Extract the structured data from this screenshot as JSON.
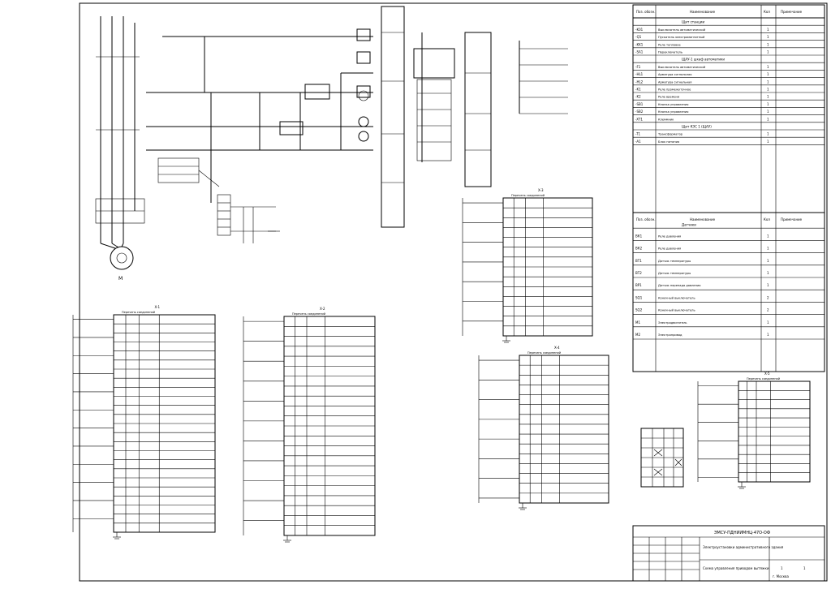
{
  "sheet": {
    "title_block": {
      "document_code": "ЭМСУ-ПДНИИМНЦ-47О-ОФ",
      "project_name": "Электроустановки административного здания",
      "drawing_name": "Схема управления приводом вытяжки",
      "sheet_number": "1",
      "sheet_count": "1",
      "organization": "г. Москва"
    },
    "spec_table": {
      "header": [
        "Поз. обозн.",
        "Наименование",
        "Кол",
        "Примечание"
      ],
      "sections": [
        {
          "title": "Щит станции",
          "rows": [
            {
              "pos": "-K01",
              "name": "Выключатель автоматический",
              "qty": "1"
            },
            {
              "pos": "-Q1",
              "name": "Пускатель электромагнитный",
              "qty": "1"
            },
            {
              "pos": "-KK1",
              "name": "Реле тепловое",
              "qty": "1"
            },
            {
              "pos": "-SA1",
              "name": "Переключатель",
              "qty": "1"
            }
          ]
        },
        {
          "title": "ЩАУ-1 шкаф автоматики",
          "rows": [
            {
              "pos": "-F1",
              "name": "Выключатель автоматический",
              "qty": "1"
            },
            {
              "pos": "-HL1",
              "name": "Арматура сигнальная",
              "qty": "1"
            },
            {
              "pos": "-HL2",
              "name": "Арматура сигнальная",
              "qty": "1"
            },
            {
              "pos": "-K1",
              "name": "Реле промежуточное",
              "qty": "1"
            },
            {
              "pos": "-K2",
              "name": "Реле времени",
              "qty": "1"
            },
            {
              "pos": "-SB1",
              "name": "Кнопка управления",
              "qty": "1"
            },
            {
              "pos": "-SB2",
              "name": "Кнопка управления",
              "qty": "1"
            },
            {
              "pos": "-XT1",
              "name": "Клеммник",
              "qty": "1"
            }
          ]
        },
        {
          "title": "Щит КЭС 1 (ЩАУ)",
          "rows": [
            {
              "pos": "-T1",
              "name": "Трансформатор",
              "qty": "1"
            },
            {
              "pos": "-A1",
              "name": "Блок питания",
              "qty": "1"
            }
          ]
        }
      ],
      "lower_header": [
        "Поз. обозн.",
        "Наименование",
        "Кол",
        "Примечание"
      ],
      "lower_sections": [
        {
          "title": "Датчики",
          "rows": [
            {
              "pos": "ВК1",
              "name": "Реле давления",
              "qty": "1"
            },
            {
              "pos": "ВК2",
              "name": "Реле давления",
              "qty": "1"
            },
            {
              "pos": "ВТ1",
              "name": "Датчик температуры",
              "qty": "1"
            },
            {
              "pos": "ВТ2",
              "name": "Датчик температуры",
              "qty": "1"
            },
            {
              "pos": "ВР1",
              "name": "Датчик перепада давления",
              "qty": "1"
            },
            {
              "pos": "SQ1",
              "name": "Конечный выключатель",
              "qty": "2"
            },
            {
              "pos": "SQ2",
              "name": "Конечный выключатель",
              "qty": "2"
            },
            {
              "pos": "M1",
              "name": "Электродвигатель",
              "qty": "1"
            },
            {
              "pos": "M2",
              "name": "Электропривод",
              "qty": "1"
            }
          ]
        }
      ]
    },
    "terminal_tables": [
      {
        "title": "X-1",
        "header": "Перечень соединений"
      },
      {
        "title": "X-2",
        "header": "Перечень соединений"
      },
      {
        "title": "X-3",
        "header": "Перечень соединений"
      },
      {
        "title": "X-4",
        "header": "Перечень соединений"
      },
      {
        "title": "X-5",
        "header": "Перечень соединений"
      }
    ],
    "labels": {
      "motor": "M",
      "ground": "⏚"
    }
  }
}
